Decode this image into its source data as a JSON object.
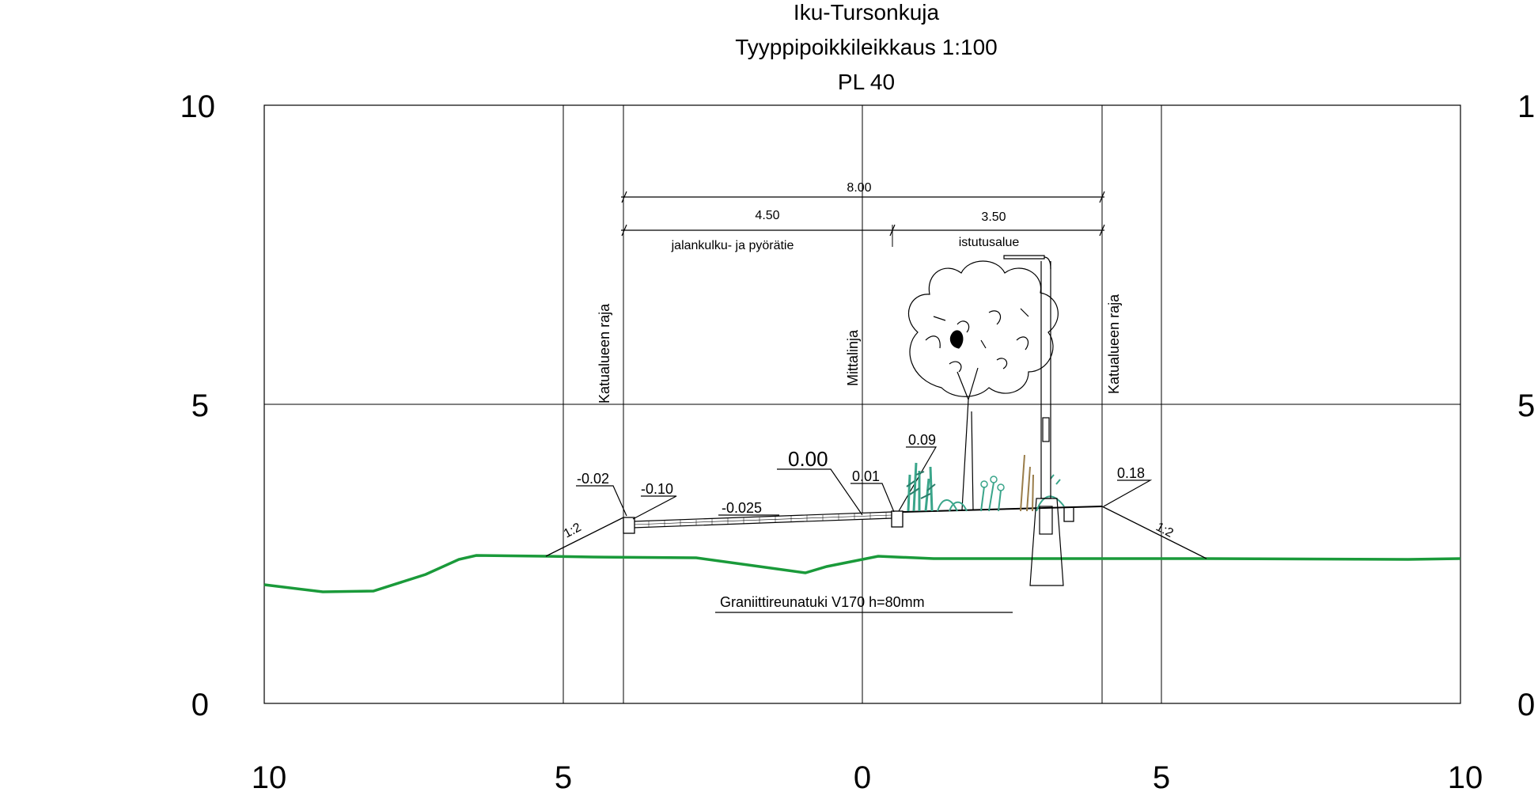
{
  "title": {
    "line1": "Iku-Tursonkuja",
    "line2": "Tyyppipoikkileikkaus 1:100",
    "line3": "PL 40"
  },
  "y_axis": {
    "left_labels": [
      "10",
      "5",
      "0"
    ],
    "right_labels": [
      "1",
      "5",
      "0"
    ]
  },
  "x_axis": {
    "labels": [
      "10",
      "5",
      "0",
      "5",
      "10"
    ]
  },
  "dimensions": {
    "total": "8.00",
    "left": "4.50",
    "right": "3.50",
    "left_name": "jalankulku- ja pyörätie",
    "right_name": "istutusalue"
  },
  "vertical_labels": {
    "left_boundary": "Katualueen raja",
    "centerline": "Mittalinja",
    "right_boundary": "Katualueen raja"
  },
  "elevations": {
    "a": "-0.02",
    "b": "-0.10",
    "c": "-0.025",
    "d": "0.00",
    "e": "0.01",
    "f": "0.09",
    "g": "0.18"
  },
  "slopes": {
    "left": "1:2",
    "right": "1:2"
  },
  "note": "Graniittireunatuki V170 h=80mm",
  "colors": {
    "ground_line": "#1a9a3a",
    "plant": "#3aa58a",
    "plant_dark": "#2a7d6a",
    "plant_accent": "#9a7d4a"
  }
}
